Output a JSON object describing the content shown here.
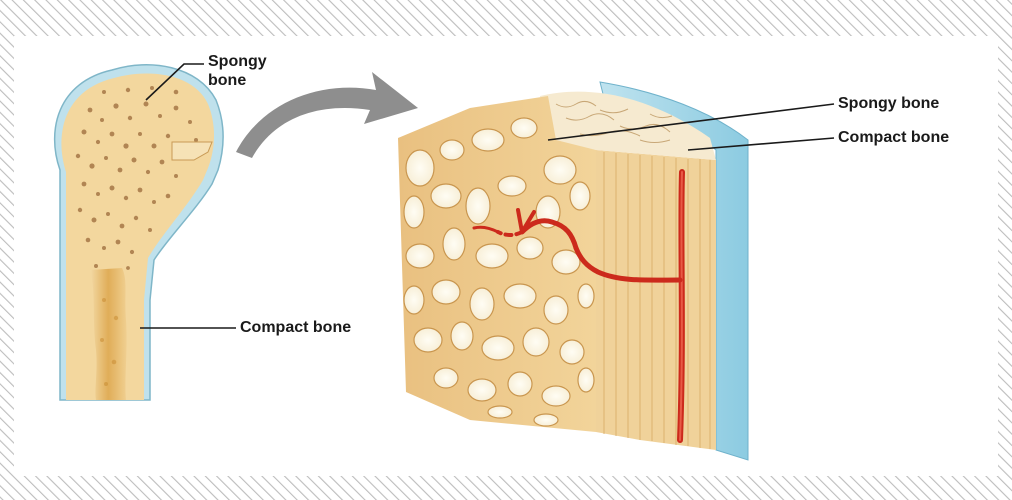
{
  "colors": {
    "hatch": "#b9b9b9",
    "bone_fill": "#f3d7a0",
    "bone_dark": "#d8a860",
    "periosteum": "#9fd0e3",
    "blood_vessel": "#cc2a1c",
    "arrow": "#8e8e8e",
    "leader": "#1a1a1a"
  },
  "labels": {
    "whole_bone_spongy": [
      "Spongy",
      "bone"
    ],
    "whole_bone_compact": "Compact bone",
    "section_spongy": "Spongy bone",
    "section_compact": "Compact bone"
  },
  "icons": {
    "transition_arrow": "curved-arrow-icon"
  }
}
